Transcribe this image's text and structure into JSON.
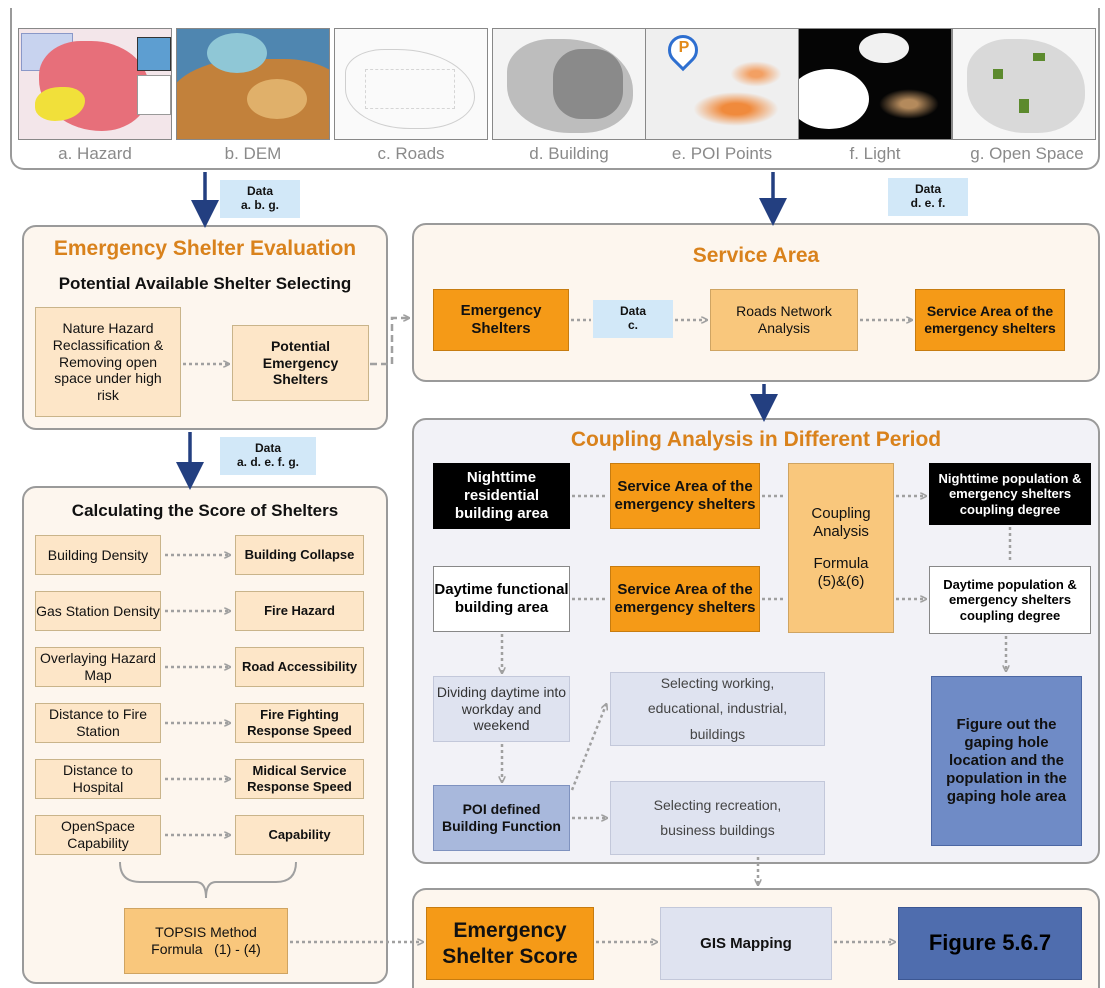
{
  "top": {
    "maps": [
      {
        "label": "a. Hazard"
      },
      {
        "label": "b. DEM"
      },
      {
        "label": "c. Roads"
      },
      {
        "label": "d. Building"
      },
      {
        "label": "e. POI Points"
      },
      {
        "label": "f. Light"
      },
      {
        "label": "g. Open Space"
      }
    ],
    "poi_pin_letter": "P"
  },
  "tags": {
    "data_abg": {
      "title": "Data",
      "sub": "a. b. g."
    },
    "data_def": {
      "title": "Data",
      "sub": "d. e. f."
    },
    "data_c": {
      "title": "Data",
      "sub": "c."
    },
    "data_adefg": {
      "title": "Data",
      "sub": "a. d. e. f. g."
    }
  },
  "evaluation": {
    "title": "Emergency Shelter Evaluation",
    "subtitle": "Potential Available Shelter Selecting",
    "hazard_box": "Nature Hazard Reclassification & Removing open space under high risk",
    "potential_box": "Potential Emergency Shelters"
  },
  "service": {
    "title": "Service Area",
    "shelters": "Emergency Shelters",
    "roads": "Roads Network Analysis",
    "service_area": "Service Area of the emergency shelters"
  },
  "score": {
    "title": "Calculating the Score of Shelters",
    "rows": [
      {
        "input": "Building Density",
        "output": "Building Collapse"
      },
      {
        "input": "Gas Station Density",
        "output": "Fire Hazard"
      },
      {
        "input": "Overlaying Hazard Map",
        "output": "Road Accessibility"
      },
      {
        "input": "Distance to Fire Station",
        "output": "Fire Fighting Response Speed"
      },
      {
        "input": "Distance to Hospital",
        "output": "Midical Service Response Speed"
      },
      {
        "input": "OpenSpace Capability",
        "output": "Capability"
      }
    ],
    "topsis_line1": "TOPSIS Method",
    "topsis_line2": "Formula   (1) - (4)"
  },
  "coupling": {
    "title": "Coupling Analysis in Different Period",
    "night_area": "Nighttime residential building area",
    "day_area": "Daytime functional building area",
    "service_area_1": "Service Area of the emergency shelters",
    "service_area_2": "Service Area of the emergency shelters",
    "analysis_line1": "Coupling",
    "analysis_line2": "Analysis",
    "analysis_line3": "Formula",
    "analysis_line4": "(5)&(6)",
    "night_result": "Nighttime population & emergency shelters coupling degree",
    "day_result": "Daytime population & emergency shelters coupling degree",
    "dividing": "Dividing daytime into workday and weekend",
    "selecting_work": "Selecting working, educational, industrial, buildings",
    "selecting_rec": "Selecting recreation, business buildings",
    "poi_function": "POI defined Building Function",
    "gaping_hole": "Figure out the gaping hole location and the population in the gaping hole area"
  },
  "final": {
    "score": "Emergency Shelter  Score",
    "gis": "GIS Mapping",
    "figure": "Figure 5.6.7"
  },
  "colors": {
    "orange_title": "#d9821c",
    "arrow_navy": "#233f80",
    "shelter_orange": "#f59a17",
    "figure_blue": "#4f6dae"
  }
}
